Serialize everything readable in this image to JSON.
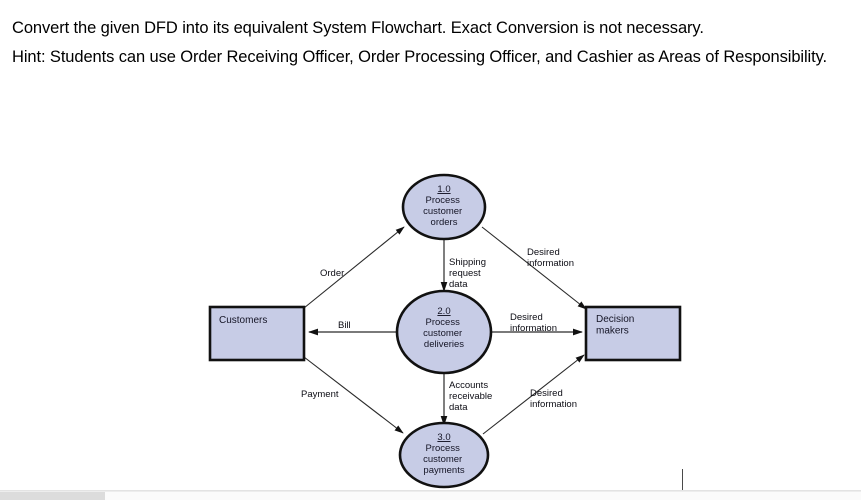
{
  "question": {
    "line1": "Convert the given DFD into its equivalent System Flowchart. Exact Conversion is not necessary.",
    "line2": "Hint: Students can use Order Receiving Officer, Order Processing Officer, and Cashier as Areas of Responsibility."
  },
  "diagram": {
    "type": "data-flow-diagram",
    "fill_color": "#c7cce6",
    "stroke_color": "#111111",
    "processes": [
      {
        "id": "p1",
        "number": "1.0",
        "lines": [
          "Process",
          "customer",
          "orders"
        ]
      },
      {
        "id": "p2",
        "number": "2.0",
        "lines": [
          "Process",
          "customer",
          "deliveries"
        ]
      },
      {
        "id": "p3",
        "number": "3.0",
        "lines": [
          "Process",
          "customer",
          "payments"
        ]
      }
    ],
    "entities": [
      {
        "id": "e1",
        "lines": [
          "Customers"
        ]
      },
      {
        "id": "e2",
        "lines": [
          "Decision",
          "makers"
        ]
      }
    ],
    "flows": [
      {
        "id": "f1",
        "from": "e1",
        "to": "p1",
        "lines": [
          "Order"
        ]
      },
      {
        "id": "f2",
        "from": "p1",
        "to": "e2",
        "lines": [
          "Desired",
          "information"
        ]
      },
      {
        "id": "f3",
        "from": "p1",
        "to": "p2",
        "lines": [
          "Shipping",
          "request",
          "data"
        ]
      },
      {
        "id": "f4",
        "from": "p2",
        "to": "e1",
        "lines": [
          "Bill"
        ]
      },
      {
        "id": "f5",
        "from": "p2",
        "to": "e2",
        "lines": [
          "Desired",
          "information"
        ]
      },
      {
        "id": "f6",
        "from": "p2",
        "to": "p3",
        "lines": [
          "Accounts",
          "receivable",
          "data"
        ]
      },
      {
        "id": "f7",
        "from": "e1",
        "to": "p3",
        "lines": [
          "Payment"
        ]
      },
      {
        "id": "f8",
        "from": "p3",
        "to": "e2",
        "lines": [
          "Desired",
          "information"
        ]
      }
    ]
  },
  "chrome": {
    "scrollbar_present": true
  }
}
